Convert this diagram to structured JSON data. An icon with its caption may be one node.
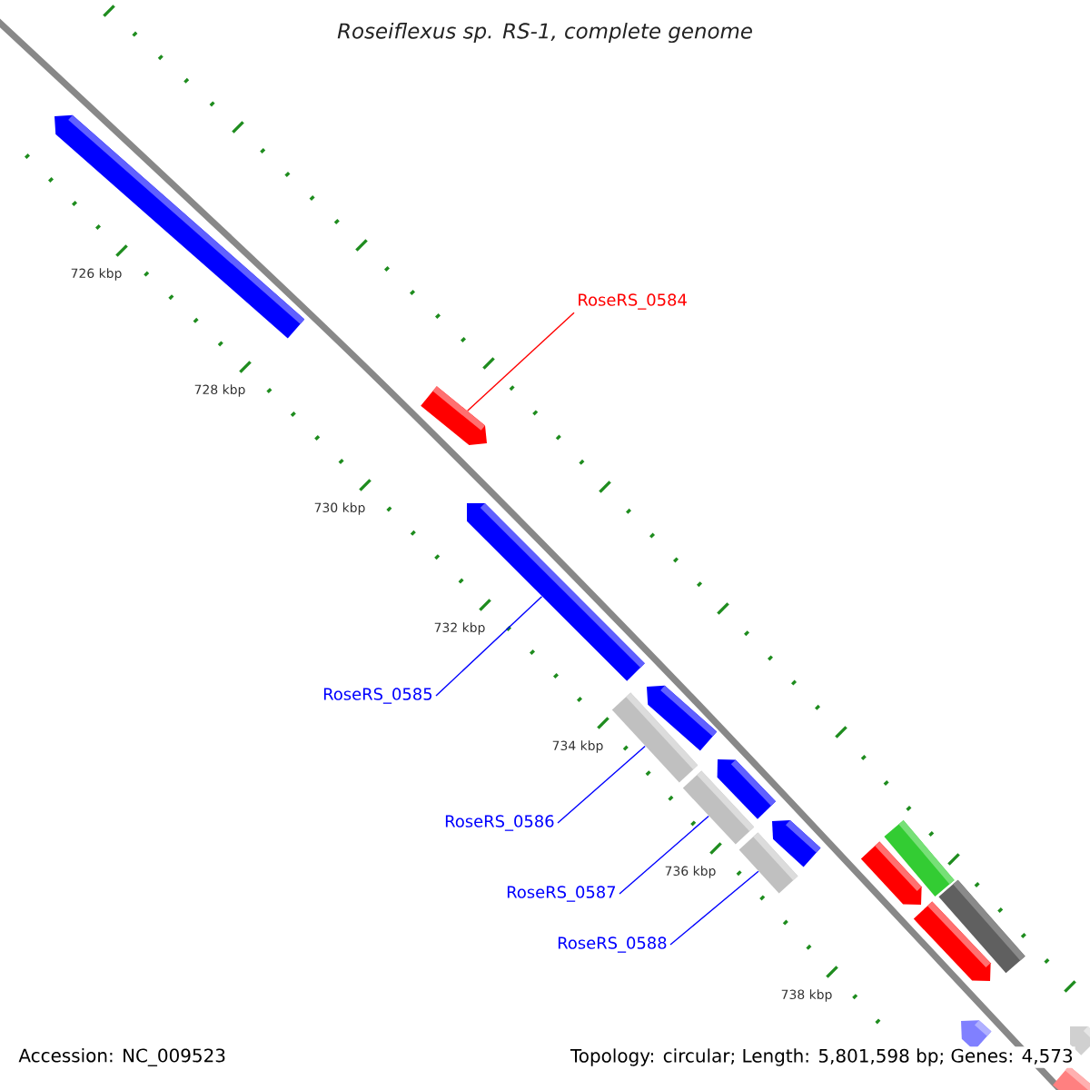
{
  "diagram": {
    "title": "Roseiflexus sp. RS-1, complete genome",
    "nodes": [
      {
        "text": [],
        "shape": "arrow"
      },
      {
        "text": [
          "RoseRS_0584"
        ]
      },
      {
        "text": [],
        "shape": "arrow"
      },
      {
        "text": [],
        "shape": "arrow"
      },
      {
        "text": [
          "RoseRS_0585"
        ]
      },
      {
        "text": [],
        "shape": "arrow"
      },
      {
        "text": [],
        "shape": "bar"
      },
      {
        "text": [],
        "shape": "arrow"
      },
      {
        "text": [],
        "shape": "bar"
      },
      {
        "text": [
          "RoseRS_0586"
        ]
      },
      {
        "text": [],
        "shape": "arrow"
      },
      {
        "text": [],
        "shape": "bar"
      },
      {
        "text": [],
        "shape": "bar"
      },
      {
        "text": [],
        "shape": "arrow"
      },
      {
        "text": [],
        "shape": "bar"
      },
      {
        "text": [
          "RoseRS_0587"
        ]
      },
      {
        "text": [],
        "shape": "arrow"
      },
      {
        "text": [
          "RoseRS_0588"
        ]
      },
      {
        "text": [],
        "shape": "arrow"
      },
      {
        "text": [],
        "shape": "arrow"
      },
      {
        "text": [],
        "shape": "bar"
      }
    ],
    "edges": [
      {
        "from": 1,
        "to": 2,
        "arrow": "none",
        "color": "#ff0000"
      },
      {
        "from": 4,
        "to": 3,
        "arrow": "none"
      },
      {
        "from": 9,
        "to": 6,
        "arrow": "none"
      },
      {
        "from": 15,
        "to": 8,
        "arrow": "none"
      },
      {
        "from": 17,
        "to": 12,
        "arrow": "none"
      }
    ],
    "labels": [
      "726 kbp",
      "728 kbp",
      "730 kbp",
      "732 kbp",
      "734 kbp",
      "736 kbp",
      "738 kbp",
      "Accession: NC_009523",
      "Topology: circular; Length: 5,801,598 bp; Genes: 4,573"
    ]
  }
}
